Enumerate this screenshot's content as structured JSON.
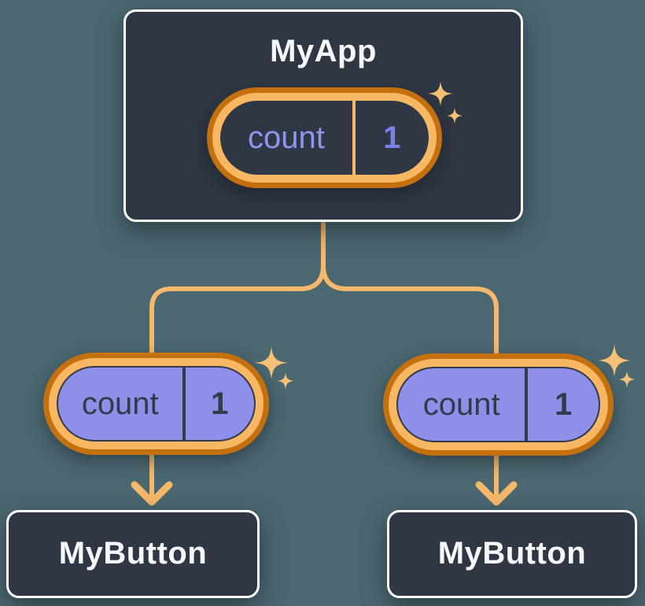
{
  "diagram": {
    "root": {
      "title": "MyApp",
      "state": {
        "key": "count",
        "value": "1"
      }
    },
    "children": [
      {
        "title": "MyButton",
        "state": {
          "key": "count",
          "value": "1"
        }
      },
      {
        "title": "MyButton",
        "state": {
          "key": "count",
          "value": "1"
        }
      }
    ]
  },
  "icons": {
    "sparkle": "four-point-star-sparkle",
    "arrow": "arrow-down"
  },
  "colors": {
    "bg": "#4B6871",
    "node": "#2F3744",
    "nodeBorder": "#FFFFFF",
    "textLight": "#F7F8FA",
    "orangeDark": "#C4700F",
    "amber": "#F7B763",
    "connector": "#F6B96B",
    "sparkle": "#F7C077",
    "periwinkle": "#8E8FE8",
    "periLight": "#9096EC",
    "periValue": "#7A81E8",
    "ink": "#333B4A"
  }
}
